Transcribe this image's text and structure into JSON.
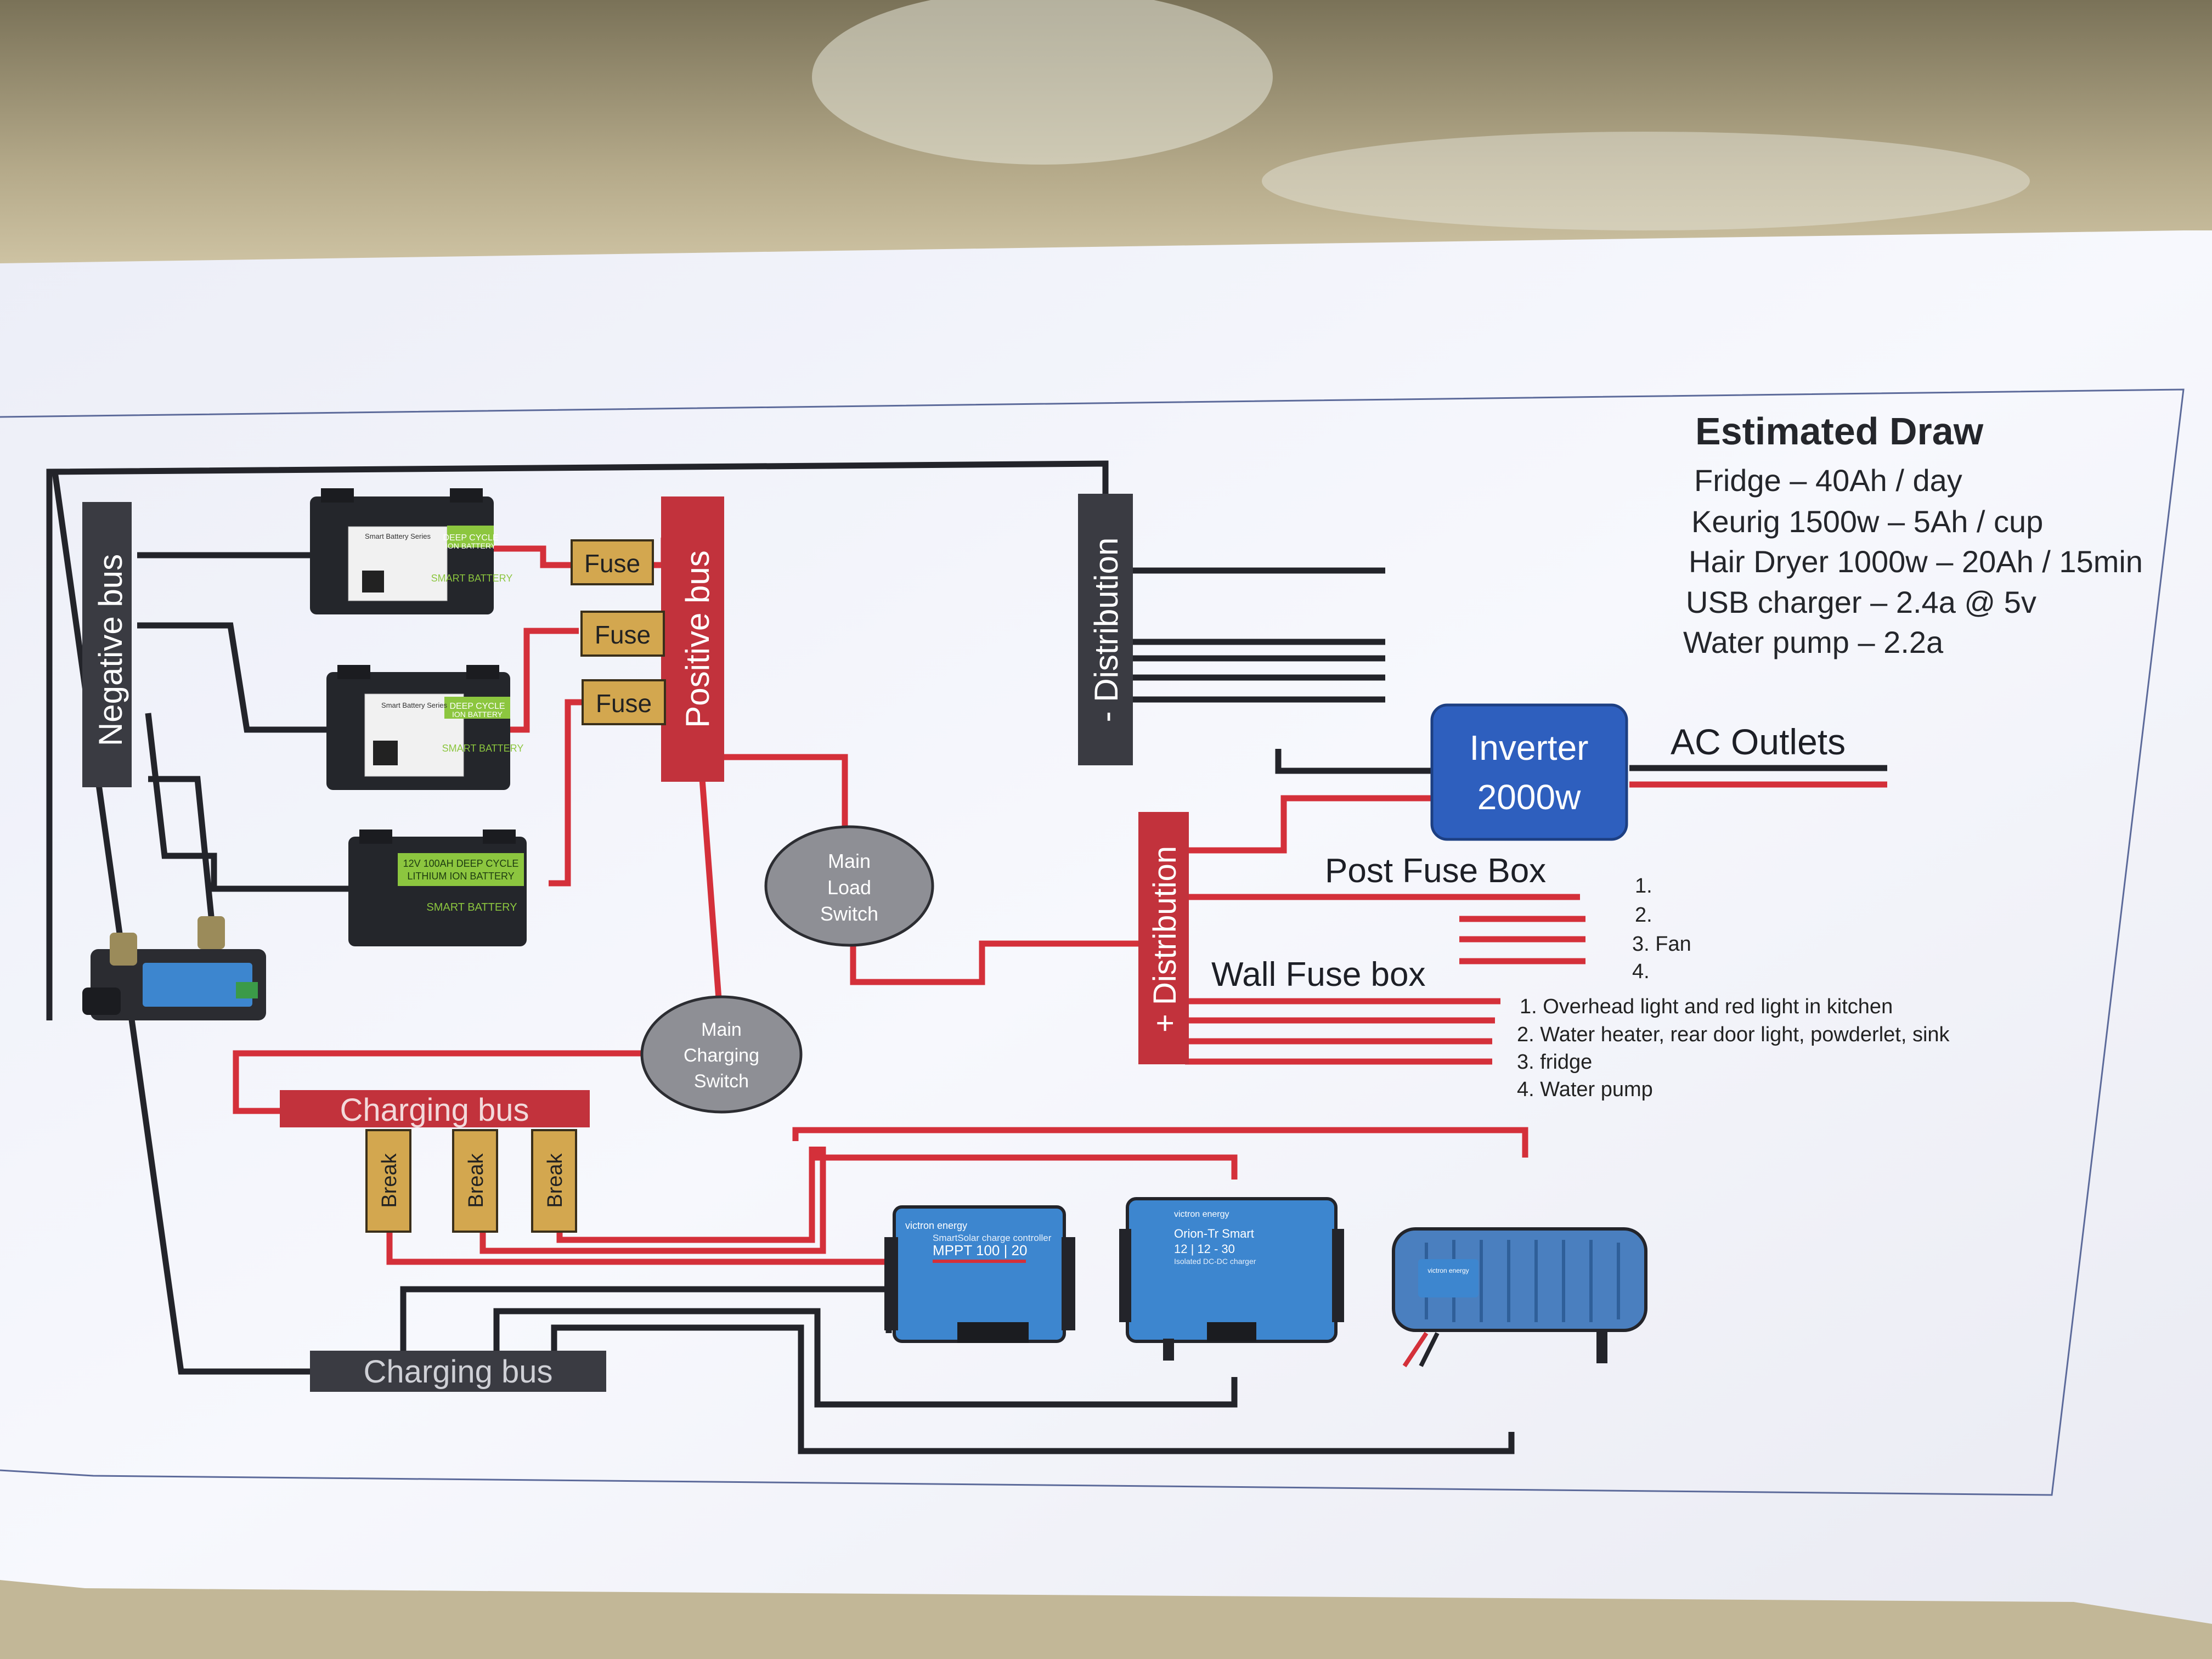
{
  "estimated_draw": {
    "title": "Estimated Draw",
    "lines": [
      "Fridge – 40Ah / day",
      "Keurig 1500w – 5Ah / cup",
      "Hair Dryer 1000w – 20Ah / 15min",
      "USB charger – 2.4a @ 5v",
      "Water pump – 2.2a"
    ]
  },
  "labels": {
    "negative_bus": "Negative bus",
    "positive_bus": "Positive bus",
    "neg_distribution": "- Distribution",
    "pos_distribution": "+ Distribution",
    "fuse": "Fuse",
    "break": "Break",
    "main_load_switch": [
      "Main",
      "Load",
      "Switch"
    ],
    "main_charging_switch": [
      "Main",
      "Charging",
      "Switch"
    ],
    "inverter": [
      "Inverter",
      "2000w"
    ],
    "ac_outlets": "AC Outlets",
    "post_fuse_box": "Post Fuse Box",
    "wall_fuse_box": "Wall Fuse box",
    "charging_bus_pos": "Charging bus",
    "charging_bus_neg": "Charging bus"
  },
  "post_fuse_list": [
    "1.",
    "2.",
    "3. Fan",
    "4."
  ],
  "wall_fuse_list": [
    "1. Overhead light and red light in kitchen",
    "2. Water heater, rear door light, powderlet, sink",
    "3. fridge",
    "4. Water  pump"
  ],
  "batteries": [
    {
      "band": "DEEP CYCLE",
      "sub": "ION BATTERY",
      "brand": "SMART BATTERY",
      "sticker": "Smart Battery Series"
    },
    {
      "band": "DEEP CYCLE",
      "sub": "ION BATTERY",
      "brand": "SMART BATTERY",
      "sticker": "Smart Battery Series"
    },
    {
      "band": "12V 100AH DEEP CYCLE",
      "sub": "LITHIUM ION BATTERY",
      "brand": "SMART BATTERY",
      "sticker": ""
    }
  ],
  "devices": {
    "mppt": {
      "brand": "victron energy",
      "line1": "SmartSolar charge controller",
      "line2": "MPPT 100 | 20"
    },
    "orion": {
      "brand": "victron energy",
      "line1": "Orion-Tr Smart",
      "line2": "12 | 12 - 30",
      "line3": "Isolated DC-DC charger"
    },
    "charger": {
      "brand": "victron energy"
    }
  },
  "colors": {
    "wire_black": "#23242a",
    "wire_red": "#d4303a",
    "bus_red": "#c2323c",
    "bus_dark": "#3a3b42",
    "fuse_gold": "#d3a74f",
    "switch_gray": "#8e8f95",
    "inverter_blue": "#2e5fbe",
    "victron_blue": "#3d86cf",
    "paper": "#f4f5fb",
    "wall": "#bfb394"
  }
}
